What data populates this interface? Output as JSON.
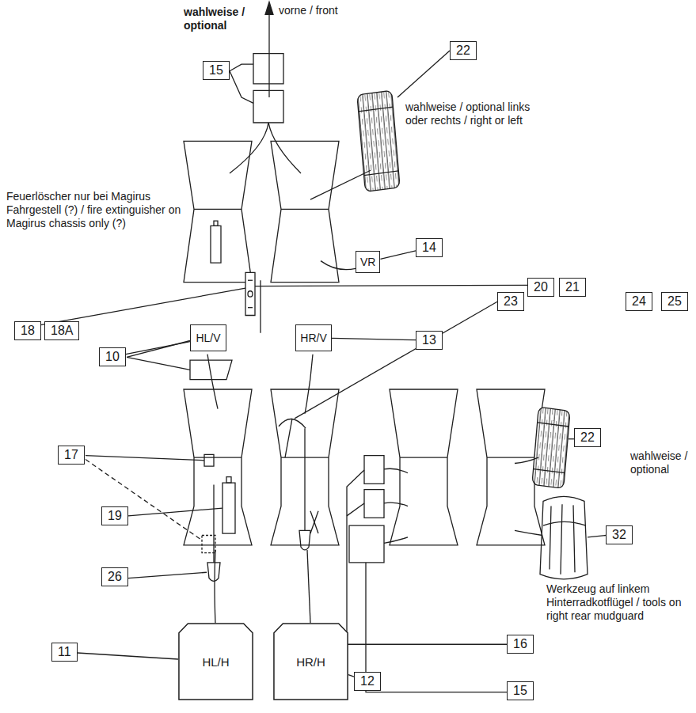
{
  "diagram": {
    "nodes": [
      {
        "text": [
          "15"
        ]
      },
      {
        "text": [
          "22"
        ]
      },
      {
        "text": [
          "14"
        ]
      },
      {
        "text": [
          "VR"
        ]
      },
      {
        "text": [
          "20"
        ]
      },
      {
        "text": [
          "21"
        ]
      },
      {
        "text": [
          "18"
        ]
      },
      {
        "text": [
          "18A"
        ]
      },
      {
        "text": [
          "10"
        ]
      },
      {
        "text": [
          "HL/V"
        ]
      },
      {
        "text": [
          "13"
        ]
      },
      {
        "text": [
          "HR/V"
        ]
      },
      {
        "text": [
          "23"
        ]
      },
      {
        "text": [
          "24"
        ]
      },
      {
        "text": [
          "25"
        ]
      },
      {
        "text": [
          "22"
        ]
      },
      {
        "text": [
          "17"
        ]
      },
      {
        "text": [
          "19"
        ]
      },
      {
        "text": [
          "32"
        ]
      },
      {
        "text": [
          "26"
        ]
      },
      {
        "text": [
          "11"
        ]
      },
      {
        "text": [
          "HL/H"
        ]
      },
      {
        "text": [
          "HR/H"
        ]
      },
      {
        "text": [
          "12"
        ]
      },
      {
        "text": [
          "16"
        ]
      },
      {
        "text": [
          "15"
        ]
      }
    ],
    "edges": [
      {
        "from": 2,
        "to": 3,
        "arrow": "none"
      },
      {
        "from": 8,
        "to": 9,
        "arrow": "none"
      },
      {
        "from": 10,
        "to": 11,
        "arrow": "none"
      },
      {
        "from": 20,
        "to": 21,
        "arrow": "none"
      },
      {
        "from": 23,
        "to": 22,
        "arrow": "none"
      }
    ],
    "labels": [
      "wahlweise / optional",
      "vorne / front",
      "wahlweise / optional links oder rechts / right or left",
      "Feuerlöscher nur bei Magirus Fahrgestell (?) / fire extinguisher on Magirus chassis only (?)",
      "wahlweise / optional",
      "Werkzeug auf linkem Hinterradkotflügel / tools on right rear mudguard"
    ]
  }
}
